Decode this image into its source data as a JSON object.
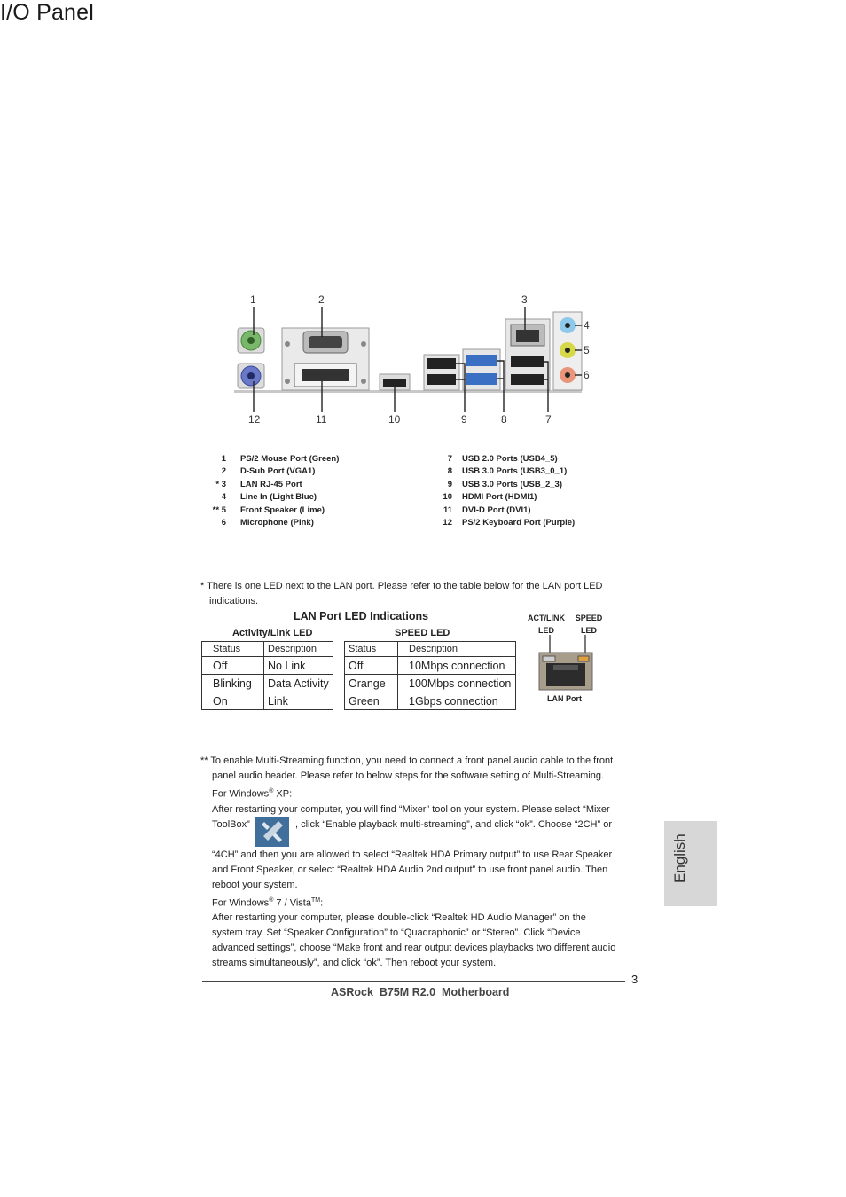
{
  "page": {
    "title": "I/O Panel",
    "page_number": "3",
    "footer": "ASRock  B75M R2.0  Motherboard",
    "language_tab": "English"
  },
  "diagram": {
    "callouts_top": [
      "1",
      "2",
      "3"
    ],
    "callouts_right": [
      "4",
      "5",
      "6"
    ],
    "callouts_bottom": [
      "12",
      "11",
      "10",
      "9",
      "8",
      "7"
    ]
  },
  "legend_left": [
    {
      "num": "1",
      "label": "PS/2  Mouse  Port  (Green)"
    },
    {
      "num": "2",
      "label": "D-Sub  Port  (VGA1)"
    },
    {
      "num": "* 3",
      "label": "LAN  RJ-45  Port"
    },
    {
      "num": "4",
      "label": "Line  In  (Light  Blue)"
    },
    {
      "num": "** 5",
      "label": "Front  Speaker  (Lime)"
    },
    {
      "num": "6",
      "label": "Microphone  (Pink)"
    }
  ],
  "legend_right": [
    {
      "num": "7",
      "label": "USB 2.0  Ports  (USB4_5)"
    },
    {
      "num": "8",
      "label": "USB 3.0  Ports  (USB3_0_1)"
    },
    {
      "num": "9",
      "label": "USB 3.0  Ports  (USB_2_3)"
    },
    {
      "num": "10",
      "label": "HDMI  Port  (HDMI1)"
    },
    {
      "num": "11",
      "label": "DVI-D  Port  (DVI1)"
    },
    {
      "num": "12",
      "label": "PS/2  Keyboard  Port  (Purple)"
    }
  ],
  "lan_note": {
    "line1": "* There is one LED next to the LAN port. Please refer to the table below for the LAN port LED",
    "line2": "indications."
  },
  "led_tables": {
    "title": "LAN Port LED Indications",
    "activity": {
      "title": "Activity/Link LED",
      "headers": [
        "Status",
        "Description"
      ],
      "rows": [
        [
          "Off",
          "No Link"
        ],
        [
          "Blinking",
          "Data Activity"
        ],
        [
          "On",
          "Link"
        ]
      ]
    },
    "speed": {
      "title": "SPEED LED",
      "headers": [
        "Status",
        "Description"
      ],
      "rows": [
        [
          "Off",
          "10Mbps connection"
        ],
        [
          "Orange",
          "100Mbps connection"
        ],
        [
          "Green",
          "1Gbps connection"
        ]
      ]
    }
  },
  "lan_port_figure": {
    "act_label_1": "ACT/LINK",
    "act_label_2": "LED",
    "speed_label_1": "SPEED",
    "speed_label_2": "LED",
    "caption": "LAN Port"
  },
  "multistream_note": {
    "l1": "** To enable Multi-Streaming function, you need to connect a front panel audio cable to the front",
    "l2": "panel audio header. Please refer to below steps for the software setting of Multi-Streaming.",
    "xp_prefix": "For Windows",
    "xp_sup": "®",
    "xp_suffix": " XP:",
    "l4": "After restarting your computer, you will find “Mixer” tool on your system. Please select “Mixer",
    "l5a": "ToolBox”",
    "l5b": ", click “Enable playback multi-streaming”, and click “ok”. Choose “2CH” or",
    "l6": "“4CH” and then you are allowed to select “Realtek HDA Primary output” to use Rear Speaker",
    "l7": "and Front Speaker, or select “Realtek HDA Audio 2nd output” to use front panel audio. Then",
    "l8": "reboot your system.",
    "w7_prefix": "For Windows",
    "w7_sup": "®",
    "w7_mid": " 7 / Vista",
    "w7_tm": "TM",
    "w7_suffix": ":",
    "l10": "After restarting your computer, please double-click “Realtek HD Audio Manager” on the",
    "l11": "system tray. Set “Speaker Configuration” to “Quadraphonic” or “Stereo”. Click “Device",
    "l12": "advanced settings”, choose “Make front and rear output devices playbacks two different audio",
    "l13": "streams simultaneously”, and click “ok”. Then reboot your system."
  },
  "colors": {
    "ps2_mouse": "#79b86a",
    "ps2_keyboard": "#6a78c8",
    "line_in": "#8ec8ea",
    "speaker": "#d6d84a",
    "mic": "#e8957a",
    "usb3": "#3b6fc4",
    "lang_tab": "#d7d7d7"
  }
}
